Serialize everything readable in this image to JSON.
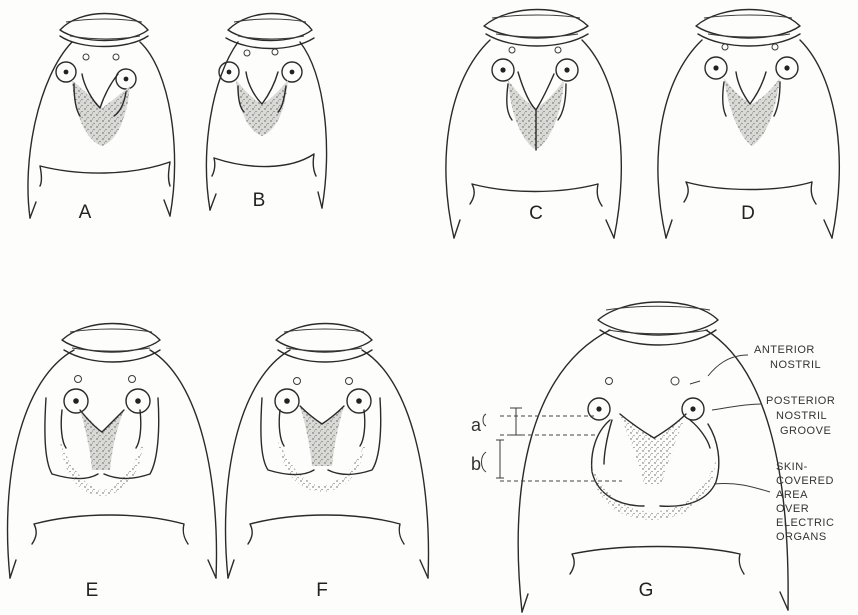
{
  "figure": {
    "panels": [
      {
        "id": "A",
        "label": "A"
      },
      {
        "id": "B",
        "label": "B"
      },
      {
        "id": "C",
        "label": "C"
      },
      {
        "id": "D",
        "label": "D"
      },
      {
        "id": "E",
        "label": "E"
      },
      {
        "id": "F",
        "label": "F"
      },
      {
        "id": "G",
        "label": "G"
      }
    ],
    "dimensions": {
      "a": "a",
      "b": "b"
    },
    "annotations": {
      "anterior_nostril": [
        "ANTERIOR",
        "NOSTRIL"
      ],
      "posterior_nostril_groove": [
        "POSTERIOR",
        "NOSTRIL",
        "GROOVE"
      ],
      "skin_covered_area": [
        "SKIN-",
        "COVERED",
        "AREA",
        "OVER",
        "ELECTRIC",
        "ORGANS"
      ]
    }
  }
}
